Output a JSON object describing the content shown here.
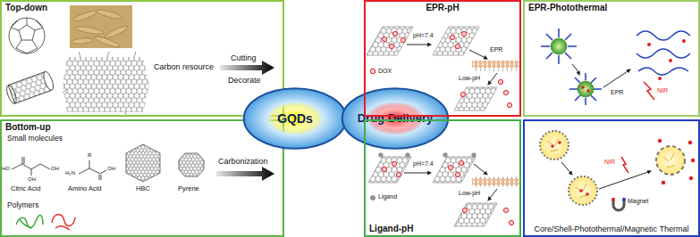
{
  "diagram": {
    "nodes": [
      {
        "text": [
          "Top-down"
        ]
      },
      {
        "text": [
          "Bottom-up"
        ]
      },
      {
        "text": [
          "GQDs"
        ]
      },
      {
        "text": [
          "Drug Delivery"
        ]
      },
      {
        "text": [
          "EPR-pH"
        ]
      },
      {
        "text": [
          "EPR-Photothermal"
        ]
      },
      {
        "text": [
          "Ligand-pH"
        ]
      },
      {
        "text": [
          "Core/Shell-Photothermal/Magnetic Thermal"
        ]
      }
    ],
    "labels": [
      "Carbon resource",
      "Cutting",
      "Decorate",
      "Small molecules",
      "HO",
      "OH",
      "OH",
      "R",
      "H₂N",
      "OH",
      "Citric Acid",
      "Amino Acid",
      "HBC",
      "Pyrene",
      "Polymers",
      "Carbonization",
      "pH=7.4",
      "EPR",
      "Low-pH",
      "DOX",
      "EPR",
      "NIR",
      "Ligand",
      "pH=7.4",
      "Low-pH",
      "NIR",
      "Magnet"
    ]
  }
}
